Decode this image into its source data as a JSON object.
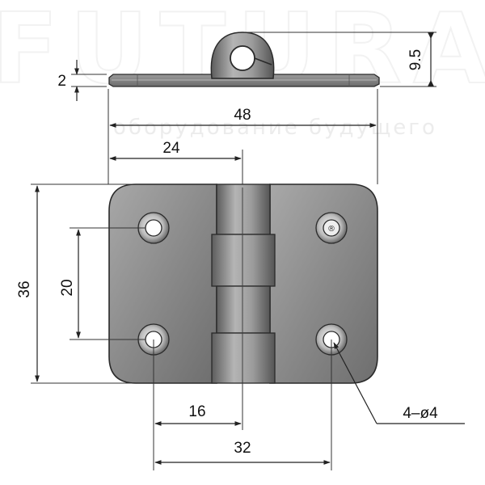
{
  "watermark": {
    "brand": "FUTURA",
    "tagline": "оборудование будущего"
  },
  "dimensions": {
    "thickness": "2",
    "knuckle_height": "9.5",
    "overall_width": "48",
    "leaf_width": "24",
    "overall_height": "36",
    "hole_spacing_vertical": "20",
    "hole_offset": "16",
    "hole_spacing_horizontal": "32",
    "hole_callout": "4–ø4"
  },
  "colors": {
    "metal_light": "#9a9a9a",
    "metal_dark": "#5a5a5a",
    "outline": "#2a2a2a"
  }
}
